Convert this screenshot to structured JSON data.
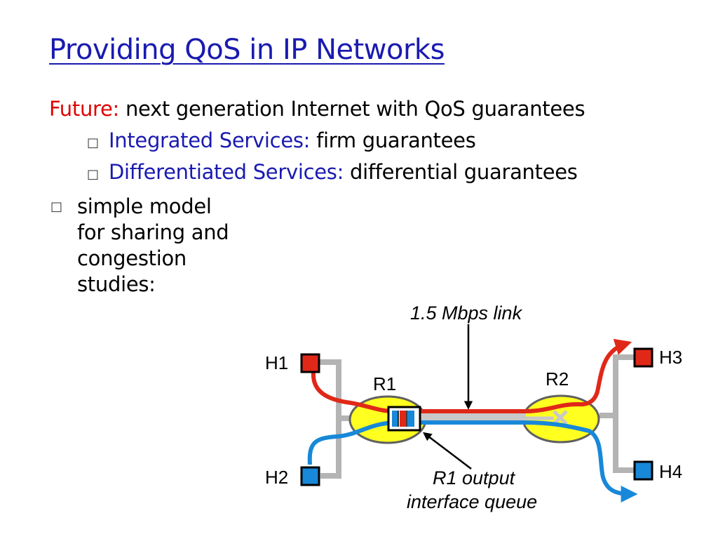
{
  "slide": {
    "title": "Providing QoS in IP Networks",
    "future_label": "Future:",
    "future_text": "next generation Internet with QoS guarantees",
    "bullet_glyph": "□",
    "bullets": [
      {
        "label": "Integrated Services:",
        "text": "firm guarantees"
      },
      {
        "label": "Differentiated Services:",
        "text": "differential guarantees"
      }
    ],
    "main_bullet": {
      "lines": [
        "simple model",
        "for sharing and",
        "congestion",
        "studies:"
      ]
    }
  },
  "diagram": {
    "link_label": "1.5 Mbps link",
    "queue_label_1": "R1 output",
    "queue_label_2": "interface queue",
    "routers": {
      "r1": "R1",
      "r2": "R2"
    },
    "hosts": {
      "h1": "H1",
      "h2": "H2",
      "h3": "H3",
      "h4": "H4"
    },
    "colors": {
      "red_flow": "#e02818",
      "blue_flow": "#1888d8",
      "router_fill": "#ffff20",
      "wire": "#b4b4b4"
    }
  }
}
